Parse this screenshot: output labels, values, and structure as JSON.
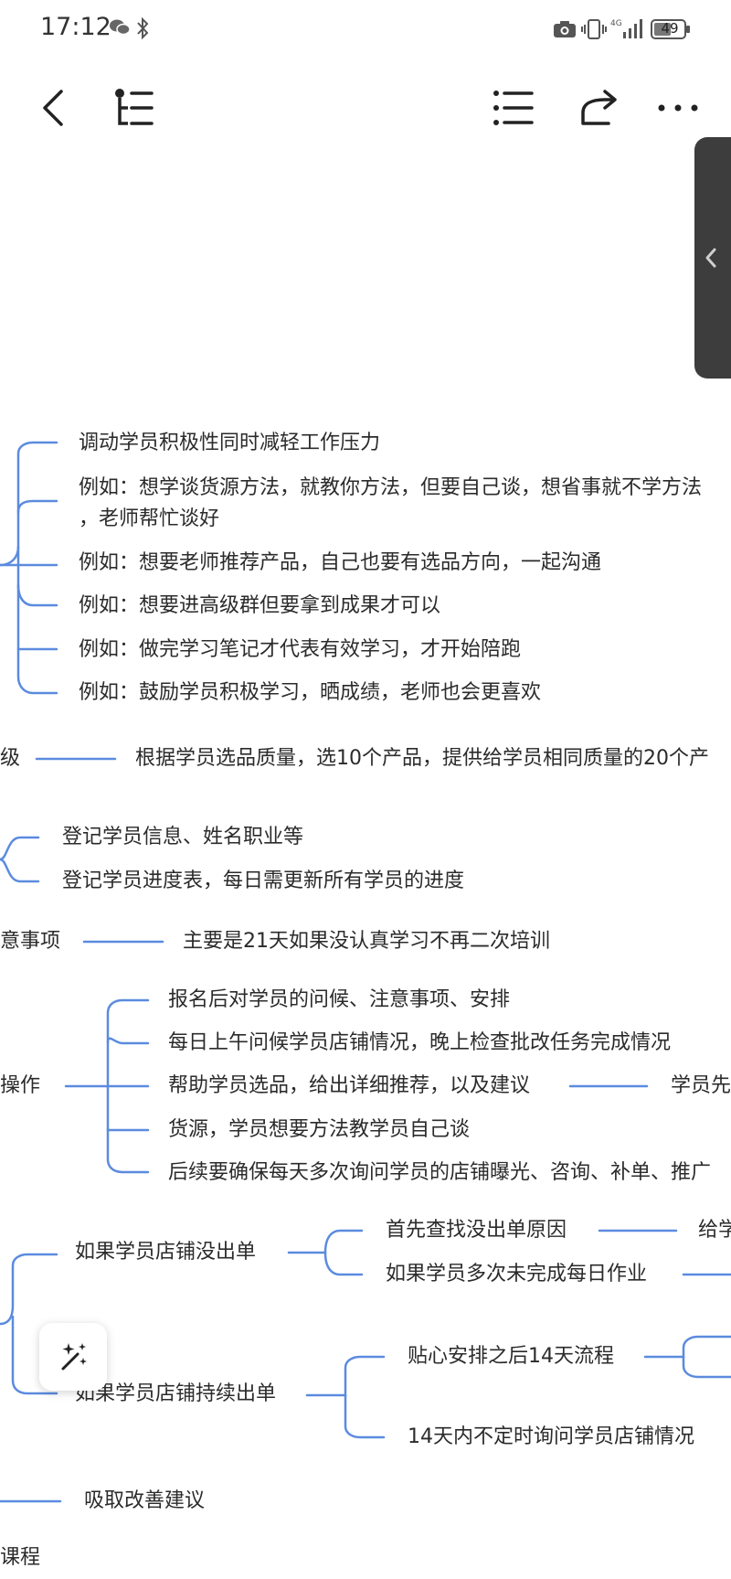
{
  "status_bar": {
    "time": "17:12",
    "network": "4G",
    "battery": "49"
  },
  "toolbar": {
    "back_icon": "chevron-left-icon",
    "outline_icon": "outline-tree-icon",
    "list_icon": "list-icon",
    "share_icon": "share-icon",
    "more_icon": "more-icon"
  },
  "mindmap": {
    "line_color": "#5b8bdf",
    "group1": {
      "items": [
        "调动学员积极性同时减轻工作压力",
        "例如：想学谈货源方法，就教你方法，但要自己谈，想省事就不学方法",
        "，老师帮忙谈好",
        "例如：想要老师推荐产品，自己也要有选品方向，一起沟通",
        "例如：想要进高级群但要拿到成果才可以",
        "例如：做完学习笔记才代表有效学习，才开始陪跑",
        "例如：鼓励学员积极学习，晒成绩，老师也会更喜欢"
      ]
    },
    "level_node": "级",
    "level_child": "根据学员选品质量，选10个产品，提供给学员相同质量的20个产",
    "group3": {
      "items": [
        "登记学员信息、姓名职业等",
        "登记学员进度表，每日需更新所有学员的进度"
      ]
    },
    "notice_node": "意事项",
    "notice_child": "主要是21天如果没认真学习不再二次培训",
    "operate_node": "操作",
    "operate_items": [
      "报名后对学员的问候、注意事项、安排",
      "每日上午问候学员店铺情况，晚上检查批改任务完成情况",
      "帮助学员选品，给出详细推荐，以及建议",
      "货源，学员想要方法教学员自己谈",
      "后续要确保每天多次询问学员的店铺曝光、咨询、补单、推广"
    ],
    "operate_sub": "学员先",
    "no_order": {
      "label": "如果学员店铺没出单",
      "children": [
        "首先查找没出单原因",
        "如果学员多次未完成每日作业"
      ],
      "sub": "给学"
    },
    "keep_order": {
      "label": "如果学员店铺持续出单",
      "children": [
        "贴心安排之后14天流程",
        "14天内不定时询问学员店铺情况"
      ]
    },
    "improve": "吸取改善建议",
    "course": "课程"
  },
  "magic_button_icon": "magic-wand-icon"
}
